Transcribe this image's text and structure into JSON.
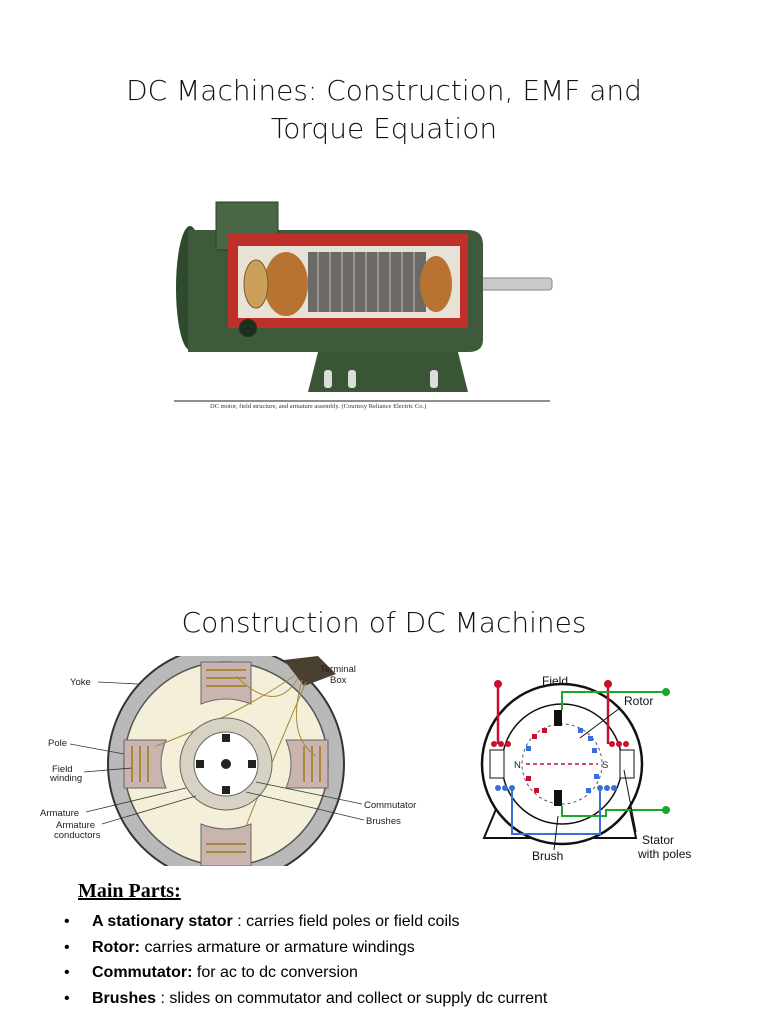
{
  "slide1": {
    "title_line1": "DC Machines: Construction, EMF and",
    "title_line2": "Torque Equation",
    "photo_caption": "DC motor, field structure, and armature assembly. (Courtesy Reliance Electric Co.)"
  },
  "slide2": {
    "title": "Construction of DC Machines",
    "diagram_left_labels": {
      "yoke": "Yoke",
      "terminal": "Terminal",
      "box": "Box",
      "pole": "Pole",
      "field": "Field",
      "winding": "winding",
      "armature": "Armature",
      "armature_conductors_1": "Armature",
      "armature_conductors_2": "conductors",
      "commutator": "Commutator",
      "brushes": "Brushes"
    },
    "diagram_right_labels": {
      "field": "Field",
      "rotor": "Rotor",
      "brush": "Brush",
      "stator_1": "Stator",
      "stator_2": "with poles",
      "n": "N",
      "s": "S"
    },
    "main_parts_heading": "Main Parts:",
    "parts": [
      {
        "term": "A stationary stator",
        "sep": " : ",
        "desc": "carries field poles or field coils"
      },
      {
        "term": "Rotor:",
        "sep": "  ",
        "desc": "carries  armature or armature windings"
      },
      {
        "term": "Commutator:",
        "sep": "  ",
        "desc": "for ac to dc conversion"
      },
      {
        "term": "Brushes",
        "sep": " : ",
        "desc": "slides on commutator and collect  or supply dc current"
      }
    ],
    "bullet": "•"
  },
  "colors": {
    "motor_green": "#3f5a3a",
    "cutaway_red": "#c0302a",
    "copper": "#b87333",
    "field_wire_red": "#c8102e",
    "rotor_wire_green": "#1aa82a",
    "brush_wire_blue": "#3a6fd8"
  }
}
